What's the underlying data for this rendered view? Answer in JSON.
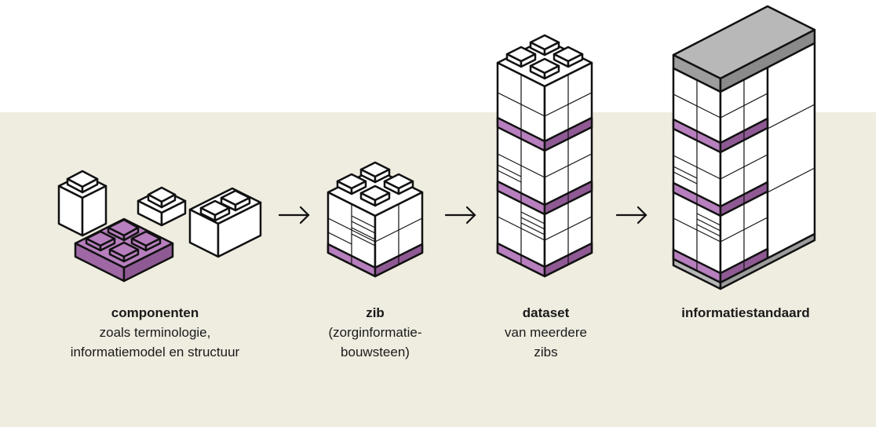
{
  "colors": {
    "band": "#efece0",
    "accent_purple": "#b77fbd",
    "accent_purple_dark": "#8f5a94",
    "cap_gray": "#b8b8b8",
    "stroke": "#111111"
  },
  "steps": [
    {
      "title": "componenten",
      "lines": [
        "zoals terminologie,",
        "informatiemodel en structuur"
      ]
    },
    {
      "title": "zib",
      "lines": [
        "(zorginformatie-",
        "bouwsteen)"
      ]
    },
    {
      "title": "dataset",
      "lines": [
        "van meerdere",
        "zibs"
      ]
    },
    {
      "title": "informatiestandaard",
      "lines": []
    }
  ],
  "arrows": [
    "arrow-right-icon",
    "arrow-right-icon",
    "arrow-right-icon"
  ]
}
